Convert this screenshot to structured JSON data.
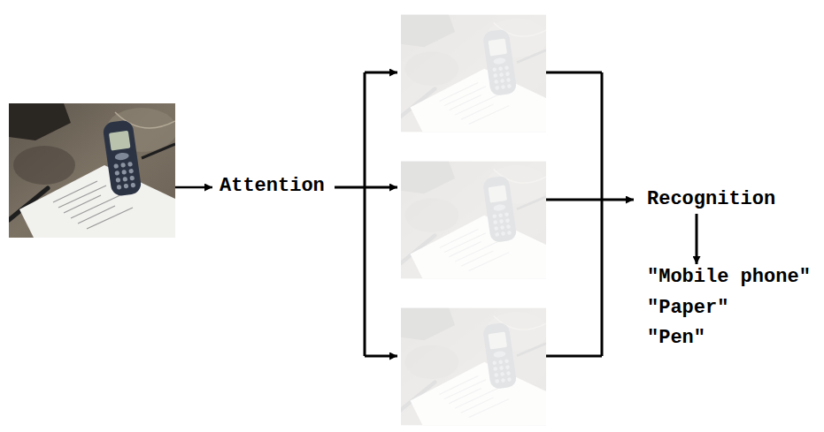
{
  "diagram": {
    "nodes": [
      {
        "text": [
          "Attention"
        ]
      },
      {
        "text": [
          "Recognition"
        ]
      },
      {
        "text": [
          "\"Mobile phone\"",
          "\"Paper\"",
          "\"Pen\""
        ]
      }
    ],
    "edges": [
      {
        "from": 1,
        "to": 2,
        "arrow": "to"
      }
    ]
  }
}
